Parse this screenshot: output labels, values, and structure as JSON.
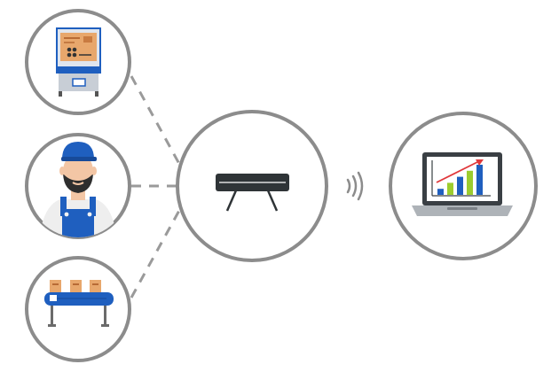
{
  "diagram": {
    "nodes": [
      {
        "id": "packing-station",
        "icon": "packing-station-icon"
      },
      {
        "id": "worker",
        "icon": "worker-icon"
      },
      {
        "id": "conveyor",
        "icon": "conveyor-belt-icon"
      },
      {
        "id": "sensor",
        "icon": "sensor-device-icon"
      },
      {
        "id": "laptop",
        "icon": "laptop-chart-icon"
      }
    ],
    "links": [
      {
        "from": "packing-station",
        "to": "sensor",
        "style": "dashed"
      },
      {
        "from": "worker",
        "to": "sensor",
        "style": "dashed"
      },
      {
        "from": "conveyor",
        "to": "sensor",
        "style": "dashed"
      },
      {
        "from": "sensor",
        "to": "laptop",
        "style": "wireless-signal"
      }
    ],
    "laptop_chart": {
      "type": "bar",
      "values": [
        1,
        2,
        3,
        4,
        5
      ],
      "bar_colors": [
        "#1f5fbf",
        "#9ccc2e",
        "#1f5fbf",
        "#9ccc2e",
        "#1f5fbf"
      ],
      "trend": "rising"
    },
    "colors": {
      "circle_stroke": "#8c8c8c",
      "dash": "#9a9a9a",
      "blue": "#1f5fbf",
      "green": "#9ccc2e",
      "box": "#e8a76c",
      "device": "#2f3437",
      "arrow": "#e0383b"
    }
  }
}
